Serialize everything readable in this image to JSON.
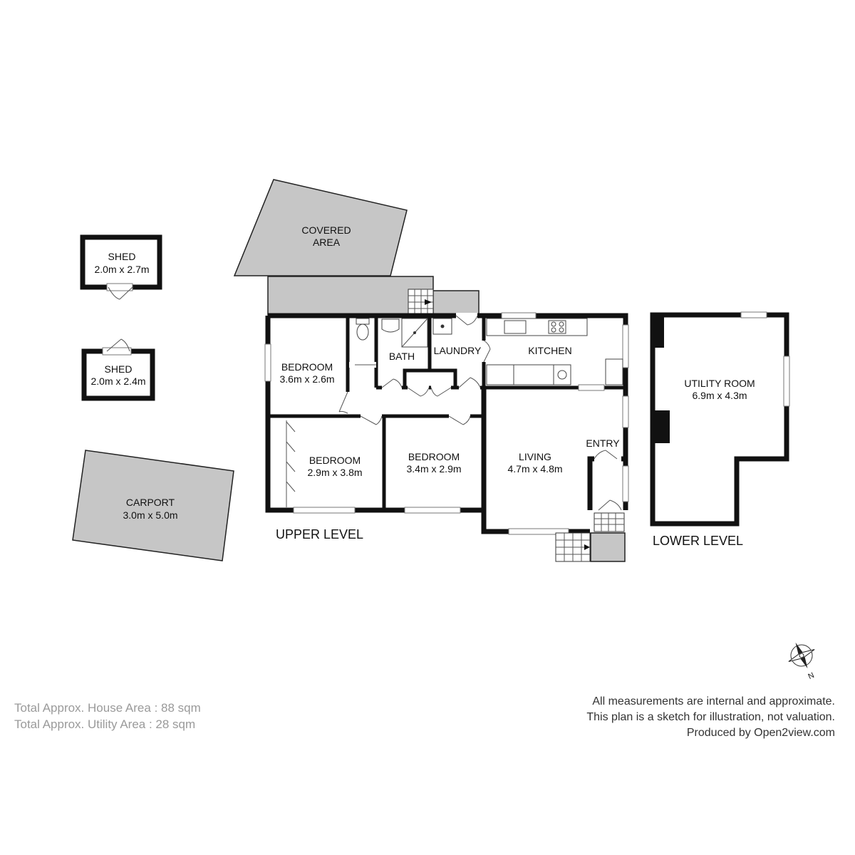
{
  "outbuildings": {
    "shed_1": {
      "name": "SHED",
      "size": "2.0m x 2.7m"
    },
    "shed_2": {
      "name": "SHED",
      "size": "2.0m x 2.4m"
    },
    "carport": {
      "name": "CARPORT",
      "size": "3.0m x 5.0m"
    }
  },
  "upper_level": {
    "title": "UPPER LEVEL",
    "covered_area": {
      "line1": "COVERED",
      "line2": "AREA"
    },
    "bath": "BATH",
    "laundry": "LAUNDRY",
    "kitchen": "KITCHEN",
    "entry": "ENTRY",
    "bedroom_1": {
      "name": "BEDROOM",
      "size": "3.6m x 2.6m"
    },
    "bedroom_2": {
      "name": "BEDROOM",
      "size": "2.9m x 3.8m"
    },
    "bedroom_3": {
      "name": "BEDROOM",
      "size": "3.4m x 2.9m"
    },
    "living": {
      "name": "LIVING",
      "size": "4.7m x 4.8m"
    }
  },
  "lower_level": {
    "title": "LOWER LEVEL",
    "utility_room": {
      "name": "UTILITY ROOM",
      "size": "6.9m x 4.3m"
    }
  },
  "compass": {
    "label": "N",
    "icon": "compass-rose-icon"
  },
  "footer": {
    "house_area": "Total Approx. House Area : 88 sqm",
    "utility_area": "Total Approx. Utility Area : 28 sqm",
    "disclaimer_1": "All measurements are internal and approximate.",
    "disclaimer_2": "This plan is a sketch for illustration, not valuation.",
    "producer": "Produced by Open2view.com"
  }
}
